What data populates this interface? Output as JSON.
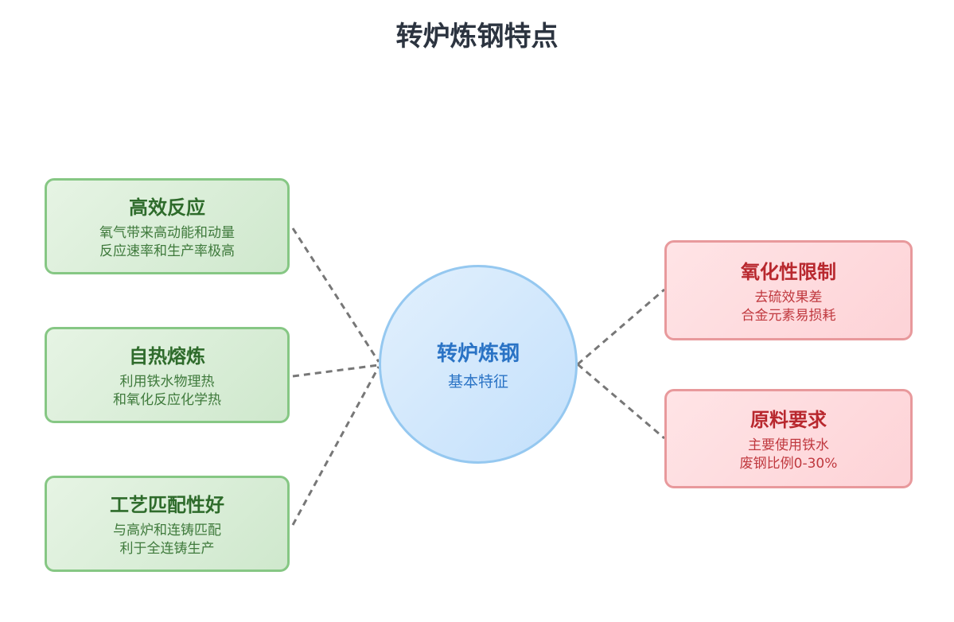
{
  "title": "转炉炼钢特点",
  "center": {
    "title": "转炉炼钢",
    "subtitle": "基本特征"
  },
  "advantages": [
    {
      "title": "高效反应",
      "lines": [
        "氧气带来高动能和动量",
        "反应速率和生产率极高"
      ]
    },
    {
      "title": "自热熔炼",
      "lines": [
        "利用铁水物理热",
        "和氧化反应化学热"
      ]
    },
    {
      "title": "工艺匹配性好",
      "lines": [
        "与高炉和连铸匹配",
        "利于全连铸生产"
      ]
    }
  ],
  "limitations": [
    {
      "title": "氧化性限制",
      "lines": [
        "去硫效果差",
        "合金元素易损耗"
      ]
    },
    {
      "title": "原料要求",
      "lines": [
        "主要使用铁水",
        "废钢比例0-30%"
      ]
    }
  ],
  "colors": {
    "advantage": "#86c784",
    "limitation": "#e8999c",
    "center": "#95c8f0",
    "connector": "#777777"
  }
}
